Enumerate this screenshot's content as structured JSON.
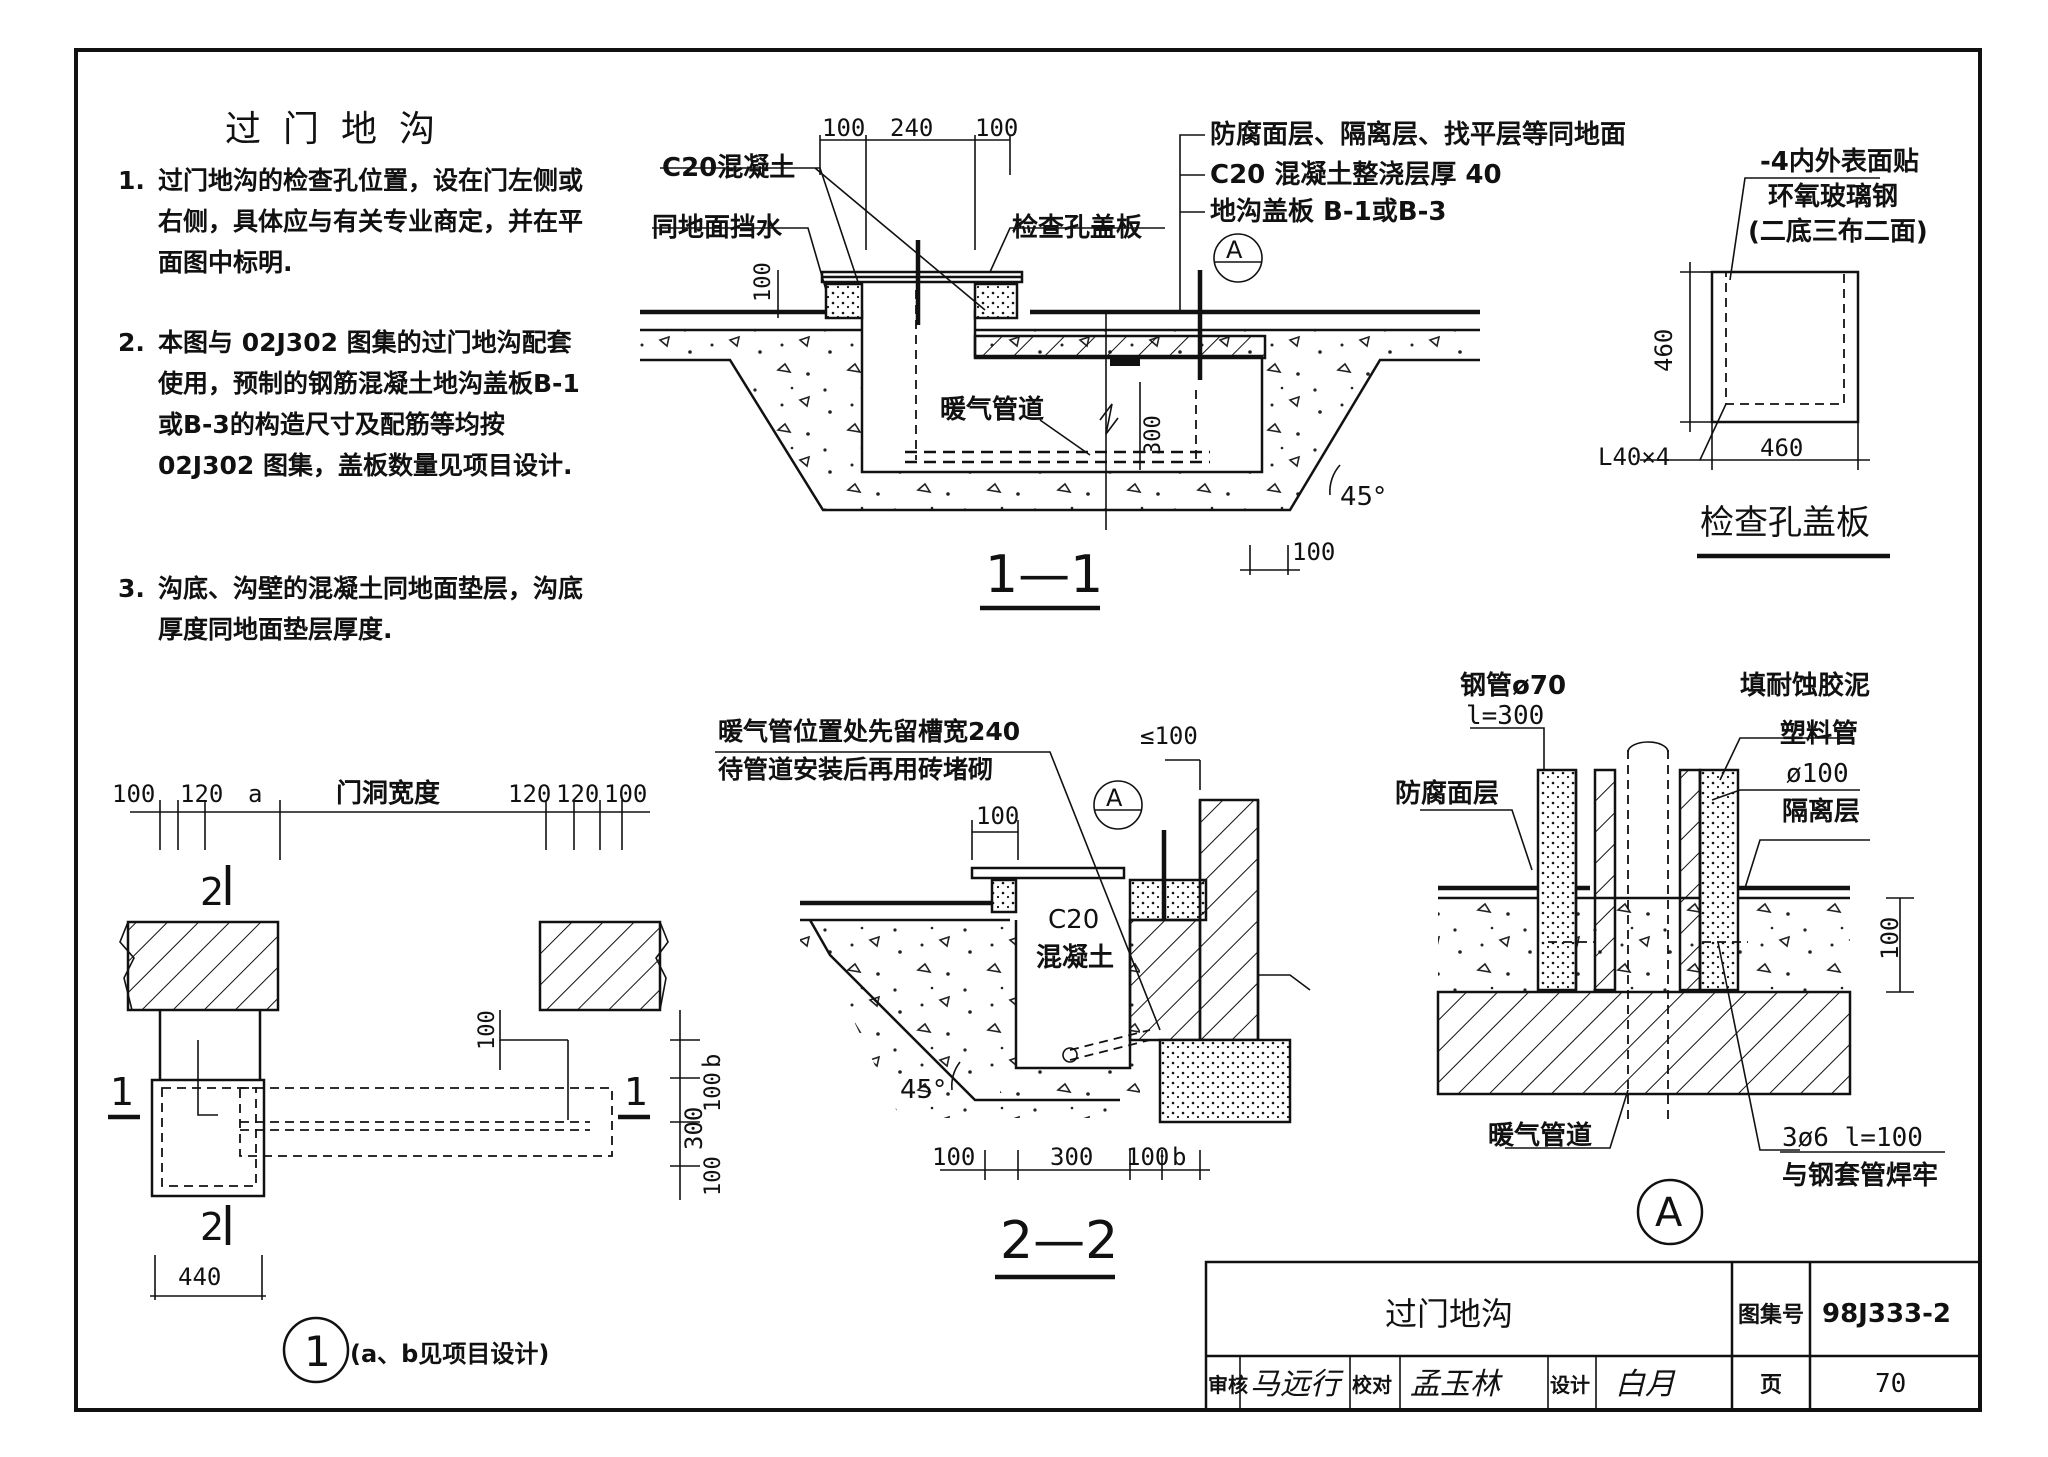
{
  "title": "过门地沟",
  "notes": [
    {
      "no": "1.",
      "text": "过门地沟的检查孔位置，设在门左侧或右侧，具体应与有关专业商定，并在平面图中标明."
    },
    {
      "no": "2.",
      "text": "本图与 02J302 图集的过门地沟配套使用，预制的钢筋混凝土地沟盖板B-1或B-3的构造尺寸及配筋等均按 02J302 图集，盖板数量见项目设计."
    },
    {
      "no": "3.",
      "text": "沟底、沟壁的混凝土同地面垫层，沟底厚度同地面垫层厚度."
    }
  ],
  "section_1_1": {
    "label": "1—1",
    "dims": {
      "d100a": "100",
      "d240": "240",
      "d100b": "100",
      "d100c": "100",
      "d300": "300",
      "d100d": "100",
      "angle": "45°"
    },
    "labels": {
      "c20": "C20混凝土",
      "water_stop": "同地面挡水",
      "cover_plate": "检查孔盖板",
      "pipe": "暖气管道",
      "layers": "防腐面层、隔离层、找平层等同地面",
      "c20_pour": "C20 混凝土整浇层厚 40",
      "trench_cover": "地沟盖板 B-1或B-3",
      "callout": "A"
    }
  },
  "cover_detail": {
    "title": "检查孔盖板",
    "note1": "-4内外表面贴",
    "note2": "环氧玻璃钢",
    "note3": "(二底三布二面)",
    "dim_h": "460",
    "dim_w": "460",
    "angle_steel": "L40×4"
  },
  "plan_1": {
    "callout": "1",
    "caption": "(a、b见项目设计)",
    "top_dims": [
      "100",
      "120",
      "a",
      "门洞宽度",
      "120",
      "120",
      "100"
    ],
    "section_marks": {
      "s2": "2",
      "s1": "1"
    },
    "dims": {
      "d100": "100",
      "b": "b",
      "d100b": "100",
      "d300": "300",
      "d100c": "100",
      "d440": "440"
    }
  },
  "section_2_2": {
    "label": "2—2",
    "note1": "暖气管位置处先留槽宽240",
    "note2": "待管道安装后再用砖堵砌",
    "c20": "C20",
    "c20b": "混凝土",
    "callout": "A",
    "dims": {
      "top100": "100",
      "le100": "≤100",
      "d100a": "100",
      "d300": "300",
      "d100b": "100",
      "b": "b",
      "angle": "45°"
    }
  },
  "detail_a": {
    "callout": "A",
    "steel_pipe": "钢管ø70",
    "steel_len": "l=300",
    "fill": "填耐蚀胶泥",
    "plastic_pipe": "塑料管",
    "plastic_dia": "ø100",
    "isolation": "隔离层",
    "anticorr": "防腐面层",
    "dim100": "100",
    "pipe": "暖气管道",
    "rebar": "3ø6  l=100",
    "weld": "与钢套管焊牢"
  },
  "title_block": {
    "drawing_name": "过门地沟",
    "atlas_label": "图集号",
    "atlas_no": "98J333-2",
    "review_label": "审核",
    "check_label": "校对",
    "design_label": "设计",
    "page_label": "页",
    "page_no": "70",
    "sig_review": "马远行",
    "sig_check": "孟玉林",
    "sig_design": "白月"
  }
}
